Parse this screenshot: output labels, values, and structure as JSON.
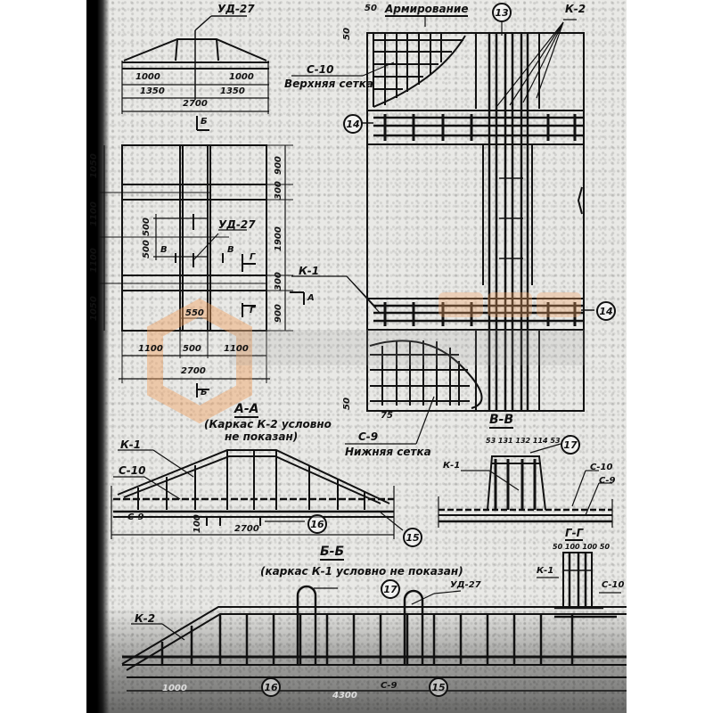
{
  "drawing": {
    "title": "Армирование",
    "watermark_color": "#f0a060"
  },
  "plan_top": {
    "mark": "УД-27",
    "dims": [
      "1000",
      "1000",
      "1350",
      "1350",
      "2700"
    ],
    "section_mark": "Б"
  },
  "plan_main": {
    "left_dims": [
      "1050",
      "1100",
      "1100",
      "1050"
    ],
    "right_dims": [
      "900",
      "300",
      "1900",
      "300",
      "900"
    ],
    "inner_dims": [
      "500",
      "500"
    ],
    "inner_mark": "УД-27",
    "section_marks": [
      "В",
      "В",
      "Г",
      "Г",
      "А",
      "Б",
      "Б"
    ],
    "center_dim": "550",
    "bottom_dims": [
      "1100",
      "500",
      "1100"
    ],
    "total_dim": "2700"
  },
  "reinforcement": {
    "top_dim": "50",
    "side_dim": "50",
    "upper_mesh_code": "С-10",
    "upper_mesh_label": "Верхняя сетка",
    "lower_mesh_code": "С-9",
    "lower_mesh_label": "Нижняя сетка",
    "lower_dims": [
      "50",
      "75"
    ],
    "frame_k2": "К-2",
    "frame_k1": "К-1",
    "pos_13": "13",
    "pos_14a": "14",
    "pos_14b": "14"
  },
  "section_aa": {
    "title": "А-А",
    "note_line1": "(Каркас К-2 условно",
    "note_line2": "не показан)",
    "frame": "К-1",
    "upper_mesh": "С-10",
    "lower_mesh": "С-9",
    "height_dim": "100",
    "length_dim": "2700",
    "pos_16": "16",
    "pos_15": "15"
  },
  "section_vv": {
    "title": "В-В",
    "dims": "53 131 132 114 53",
    "frame": "К-1",
    "upper_mesh": "С-10",
    "lower_mesh": "С-9",
    "pos_17": "17",
    "next_title": "Г-Г"
  },
  "section_gg": {
    "dims": "50 100 100 50",
    "frame": "К-1",
    "mesh": "С-10"
  },
  "section_bb": {
    "title": "Б-Б",
    "note": "(каркас К-1 условно не показан)",
    "frame": "К-2",
    "mark": "УД-27",
    "pos_17": "17",
    "pos_16": "16",
    "pos_15": "15",
    "lower_mesh": "С-9",
    "dim_left": "1000",
    "dim_total": "4300"
  }
}
